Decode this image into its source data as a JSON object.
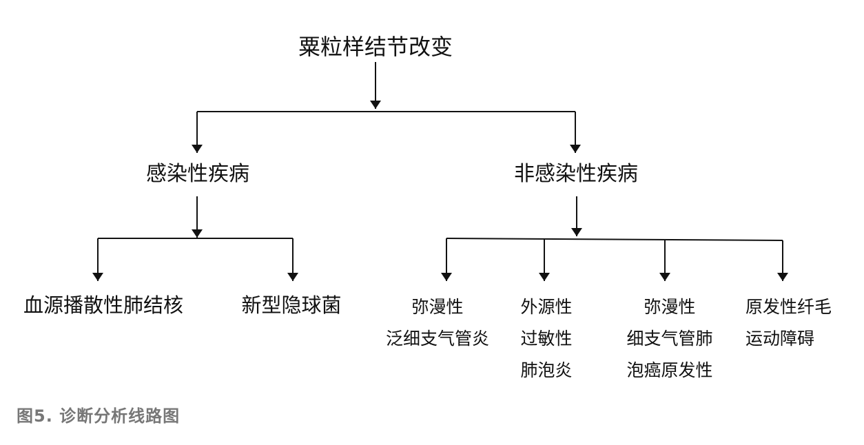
{
  "diagram": {
    "root": {
      "lines": [
        "粟粒样结节改变"
      ]
    },
    "infectious": {
      "lines": [
        "感染性疾病"
      ]
    },
    "non_infectious": {
      "lines": [
        "非感染性疾病"
      ]
    },
    "hematogenous_tb": {
      "lines": [
        "血源播散性肺结核"
      ]
    },
    "cryptococcus": {
      "lines": [
        "新型隐球菌"
      ]
    },
    "diffuse_panbronchiolitis": {
      "lines": [
        "弥漫性",
        "泛细支气管炎"
      ]
    },
    "hypersensitivity_pneumonitis": {
      "lines": [
        "外源性",
        "过敏性",
        "肺泡炎"
      ]
    },
    "bronchioloalveolar_carcinoma": {
      "lines": [
        "弥漫性",
        "细支气管肺",
        "泡癌原发性"
      ]
    },
    "ciliary_dyskinesia": {
      "lines": [
        "原发性纤毛",
        "运动障碍"
      ]
    }
  },
  "caption": "图5. 诊断分析线路图"
}
